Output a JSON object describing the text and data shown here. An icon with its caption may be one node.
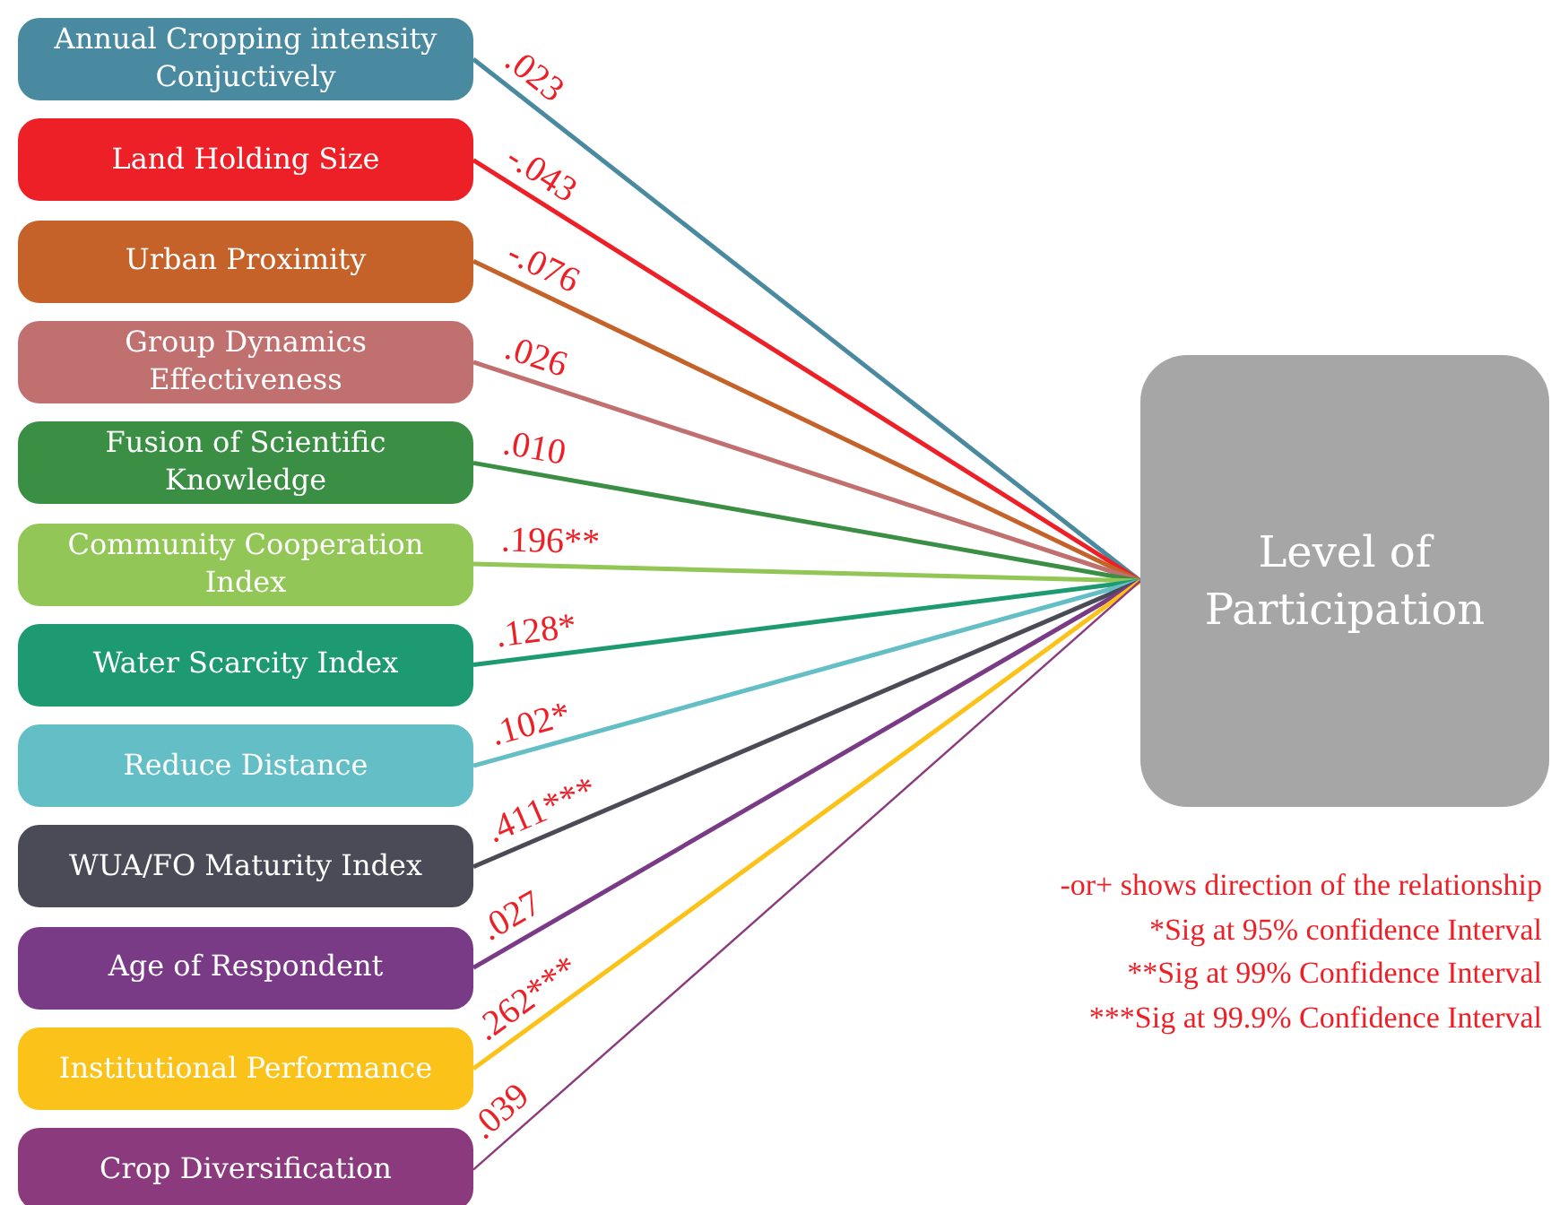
{
  "diagram": {
    "nodes": [
      {
        "text": [
          "Annual Cropping intensity Conjuctively"
        ]
      },
      {
        "text": [
          "Land Holding Size"
        ]
      },
      {
        "text": [
          "Urban Proximity"
        ]
      },
      {
        "text": [
          "Group Dynamics Effectiveness"
        ]
      },
      {
        "text": [
          "Fusion of Scientific Knowledge"
        ]
      },
      {
        "text": [
          "Community Cooperation Index"
        ]
      },
      {
        "text": [
          "Water Scarcity Index"
        ]
      },
      {
        "text": [
          "Reduce Distance"
        ]
      },
      {
        "text": [
          "WUA/FO Maturity Index"
        ]
      },
      {
        "text": [
          "Age of Respondent"
        ]
      },
      {
        "text": [
          "Institutional Performance"
        ]
      },
      {
        "text": [
          "Crop Diversification"
        ]
      },
      {
        "text": [
          "Level of Participation"
        ]
      }
    ],
    "edges": [
      {
        "from": 0,
        "to": 12,
        "arrow": "none",
        "label": ".023",
        "color": "#4a8aa0"
      },
      {
        "from": 1,
        "to": 12,
        "arrow": "none",
        "label": "-.043",
        "color": "#ee2027"
      },
      {
        "from": 2,
        "to": 12,
        "arrow": "none",
        "label": "-.076",
        "color": "#c4622a"
      },
      {
        "from": 3,
        "to": 12,
        "arrow": "none",
        "label": ".026",
        "color": "#c0706f"
      },
      {
        "from": 4,
        "to": 12,
        "arrow": "none",
        "label": ".010",
        "color": "#3a8f45"
      },
      {
        "from": 5,
        "to": 12,
        "arrow": "none",
        "label": ".196**",
        "color": "#92c757"
      },
      {
        "from": 6,
        "to": 12,
        "arrow": "none",
        "label": ".128*",
        "color": "#1e9a72"
      },
      {
        "from": 7,
        "to": 12,
        "arrow": "none",
        "label": ".102*",
        "color": "#63bec6"
      },
      {
        "from": 8,
        "to": 12,
        "arrow": "none",
        "label": ".411***",
        "color": "#4b4a57"
      },
      {
        "from": 9,
        "to": 12,
        "arrow": "none",
        "label": ".027",
        "color": "#7a3b86"
      },
      {
        "from": 10,
        "to": 12,
        "arrow": "none",
        "label": ".262***",
        "color": "#fbc21a"
      },
      {
        "from": 11,
        "to": 12,
        "arrow": "none",
        "label": ".039",
        "color": "#8c3a7e"
      }
    ],
    "labels": [
      "-or+ shows direction of the relationship",
      "*Sig at 95% confidence Interval",
      "**Sig at 99% Confidence Interval",
      "***Sig at 99.9% Confidence Interval"
    ]
  }
}
